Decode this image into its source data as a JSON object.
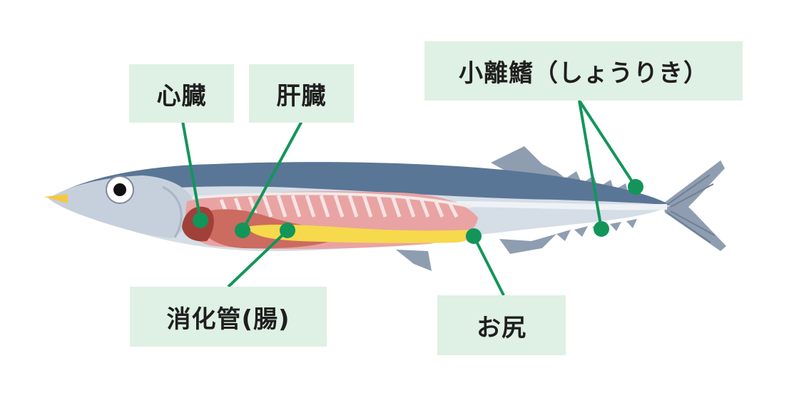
{
  "labels": {
    "heart": "心臓",
    "liver": "肝臓",
    "pyloric_caeca": "小離鰭（しょうりき）",
    "digestive_tract": "消化管(腸)",
    "anus": "お尻"
  },
  "colors": {
    "label_bg": "#dff0e4",
    "leader": "#13955a",
    "back": "#5a7696",
    "belly": "#d5dde6",
    "heart": "#a04038",
    "liver": "#cc6b60",
    "intestine": "#f6d94c",
    "flesh": "#e9a3a3"
  }
}
